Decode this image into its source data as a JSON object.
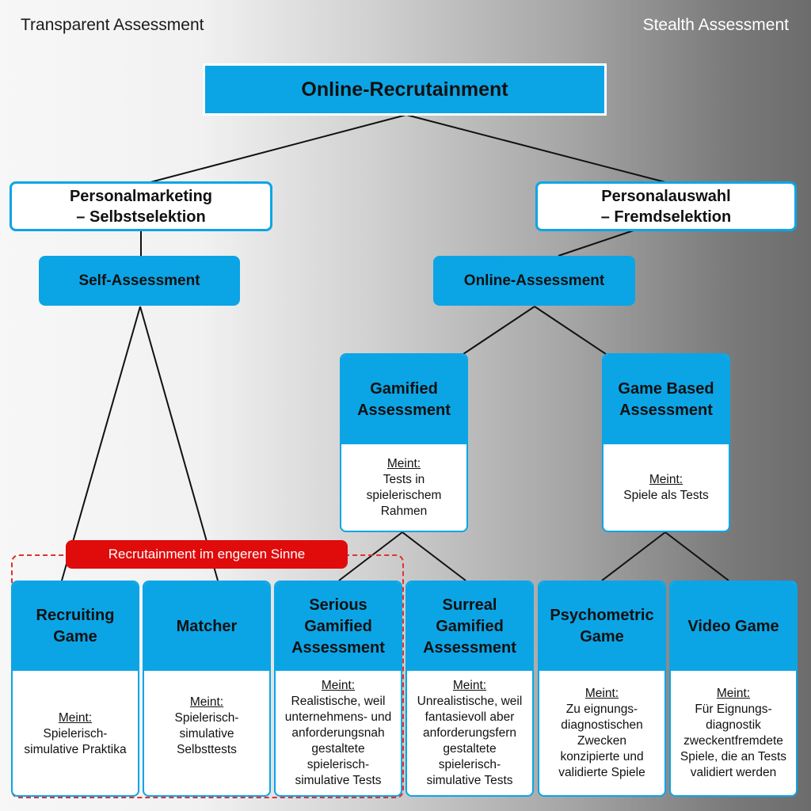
{
  "corners": {
    "left": "Transparent Assessment",
    "right": "Stealth Assessment"
  },
  "colors": {
    "box_blue": "#0ba5e6",
    "highlight_red": "#e00b0b",
    "dashed_red": "#e53030"
  },
  "root": {
    "label": "Online-Recrutainment"
  },
  "level1": {
    "left": {
      "line1": "Personalmarketing",
      "line2": "– Selbstselektion"
    },
    "right": {
      "line1": "Personalauswahl",
      "line2": "– Fremdselektion"
    }
  },
  "level2": {
    "left": {
      "label": "Self-Assessment"
    },
    "right": {
      "label": "Online-Assessment"
    }
  },
  "meint_label": "Meint:",
  "level3": {
    "gamified": {
      "title": "Gamified\nAssessment",
      "desc": "Tests in\nspielerischem\nRahmen"
    },
    "gamebased": {
      "title": "Game Based\nAssessment",
      "desc": "Spiele als Tests"
    }
  },
  "highlight_label": "Recrutainment im engeren Sinne",
  "leaves": [
    {
      "title": "Recruiting\nGame",
      "desc": "Spielerisch-\nsimulative Praktika"
    },
    {
      "title": "Matcher",
      "desc": "Spielerisch-\nsimulative\nSelbsttests"
    },
    {
      "title": "Serious\nGamified\nAssessment",
      "desc": "Realistische, weil\nunternehmens- und\nanforderungsnah\ngestaltete\nspielerisch-\nsimulative Tests"
    },
    {
      "title": "Surreal\nGamified\nAssessment",
      "desc": "Unrealistische, weil\nfantasievoll aber\nanforderungsfern\ngestaltete\nspielerisch-\nsimulative Tests"
    },
    {
      "title": "Psychometric\nGame",
      "desc": "Zu eignungs-\ndiagnostischen\nZwecken\nkonzipierte und\nvalidierte Spiele"
    },
    {
      "title": "Video Game",
      "desc": "Für Eignungs-\ndiagnostik\nzweckentfremdete\nSpiele, die an Tests\nvalidiert werden"
    }
  ]
}
